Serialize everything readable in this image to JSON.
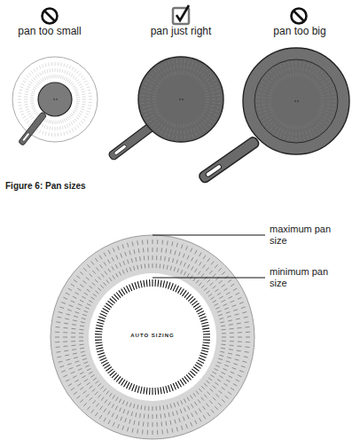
{
  "diagram": {
    "caption": "Figure 6: Pan sizes",
    "labels": [
      "pan too small",
      "pan just right",
      "pan too big",
      "maximum pan size",
      "minimum pan size",
      "AUTO SIZING"
    ]
  }
}
